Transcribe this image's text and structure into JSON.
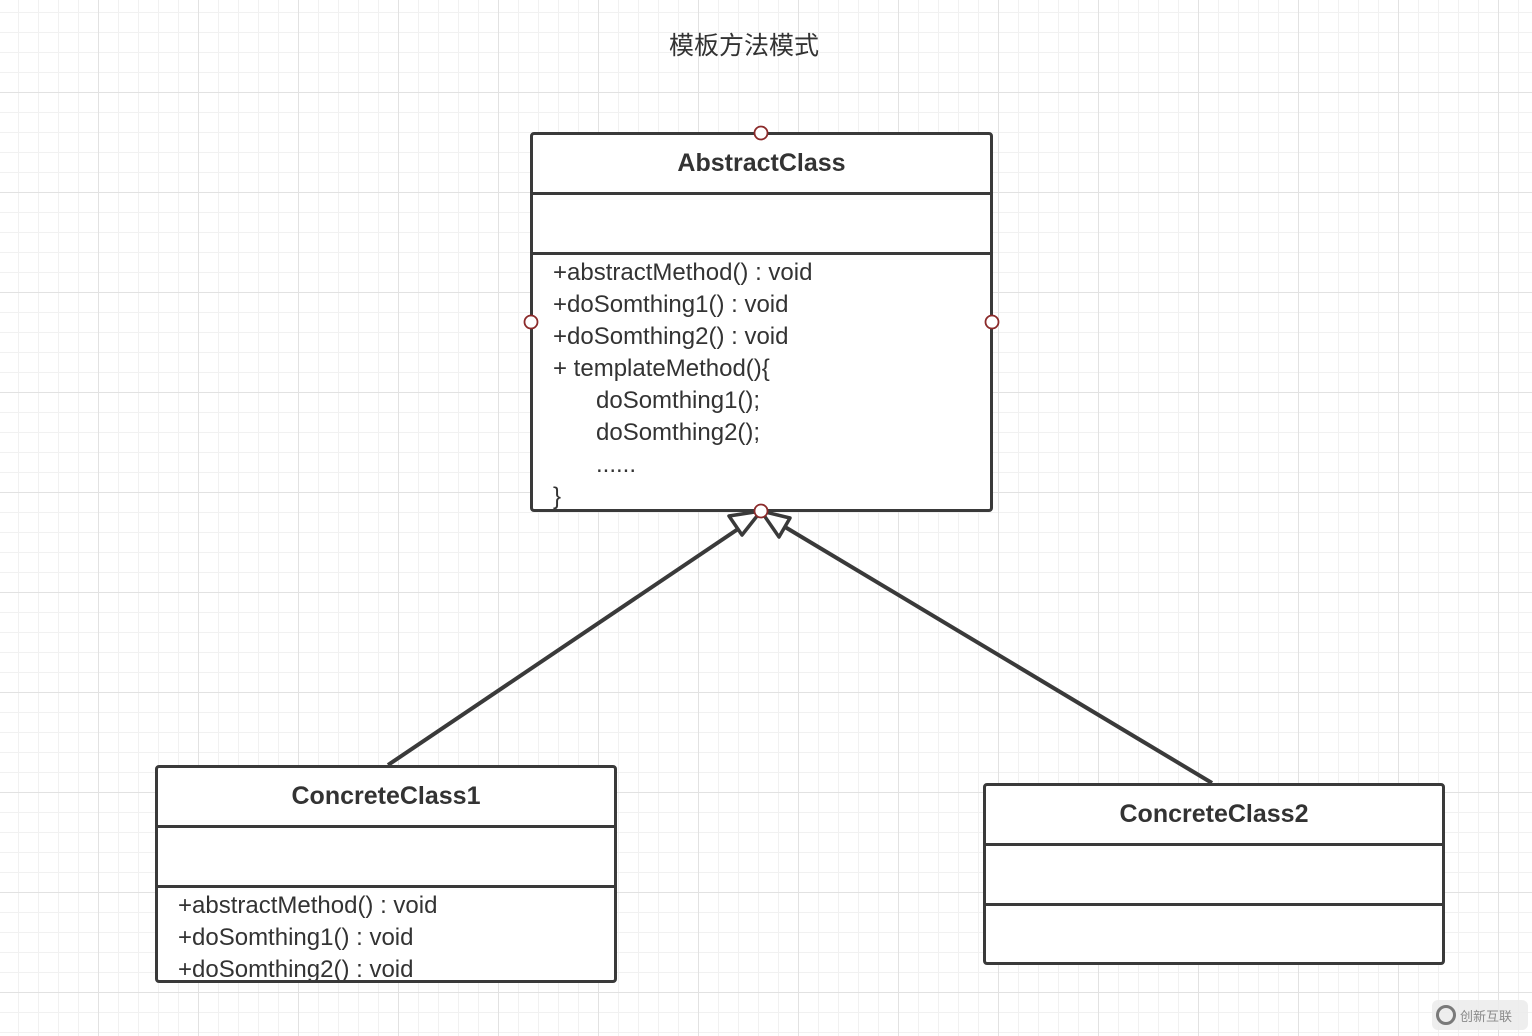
{
  "title": "模板方法模式",
  "classes": {
    "abstract": {
      "name": "AbstractClass",
      "methods": [
        "+abstractMethod() : void",
        "+doSomthing1() : void",
        "+doSomthing2() : void",
        "+ templateMethod(){",
        "doSomthing1();",
        "doSomthing2();",
        "......",
        "}"
      ]
    },
    "concrete1": {
      "name": "ConcreteClass1",
      "methods": [
        "+abstractMethod() : void",
        "+doSomthing1() : void",
        "+doSomthing2() : void"
      ]
    },
    "concrete2": {
      "name": "ConcreteClass2",
      "methods": []
    }
  },
  "relationships": [
    {
      "type": "generalization",
      "from": "ConcreteClass1",
      "to": "AbstractClass"
    },
    {
      "type": "generalization",
      "from": "ConcreteClass2",
      "to": "AbstractClass"
    }
  ],
  "colors": {
    "stroke": "#3a3a3a",
    "connection_point": "#8b2a2a",
    "text": "#333333"
  },
  "watermark": {
    "text": "创新互联"
  }
}
